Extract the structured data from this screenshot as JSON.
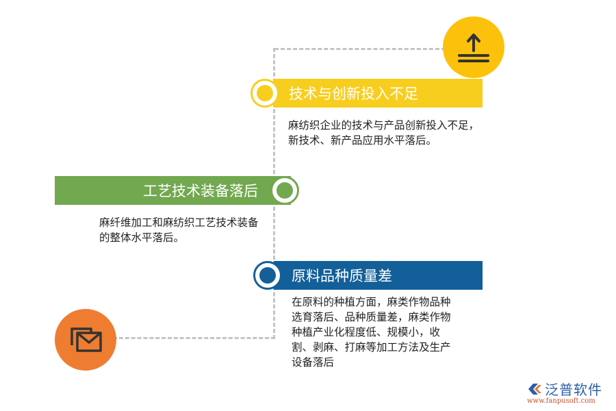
{
  "items": [
    {
      "title": "技术与创新投入不足",
      "description": "麻纺织企业的技术与产品创新投入不足，新技术、新产品应用水平落后。",
      "color": "#f8ce1e",
      "icon": "upload-icon"
    },
    {
      "title": "工艺技术装备落后",
      "description": "麻纤维加工和麻纺织工艺技术装备的整体水平落后。",
      "color": "#72a84f",
      "icon": null
    },
    {
      "title": "原料品种质量差",
      "description": "在原料的种植方面，麻类作物品种选育落后、品种质量差，麻类作物种植产业化程度低、规模小，收割、剥麻、打麻等加工方法及生产设备落后",
      "color": "#135f99",
      "icon": null
    }
  ],
  "end_icons": {
    "top": {
      "name": "upload-icon",
      "color": "#fcc10a"
    },
    "bottom": {
      "name": "mail-icon",
      "color": "#ee7d31"
    }
  },
  "connector_color": "#c4c4c4",
  "logo": {
    "name": "泛普软件",
    "url": "www.fanpusoft.com"
  }
}
